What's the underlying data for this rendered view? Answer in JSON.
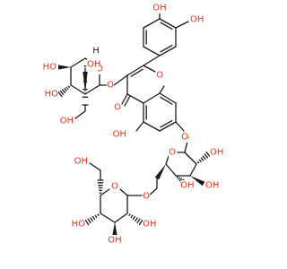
{
  "diagram": {
    "kind": "skeletal-structure",
    "colors": {
      "oxygen": "#e8331a",
      "bond": "#1a1a1a",
      "background": "#ffffff"
    }
  },
  "labels": {
    "oh": "OH",
    "ho": "HO",
    "o": "O",
    "h": "H"
  }
}
